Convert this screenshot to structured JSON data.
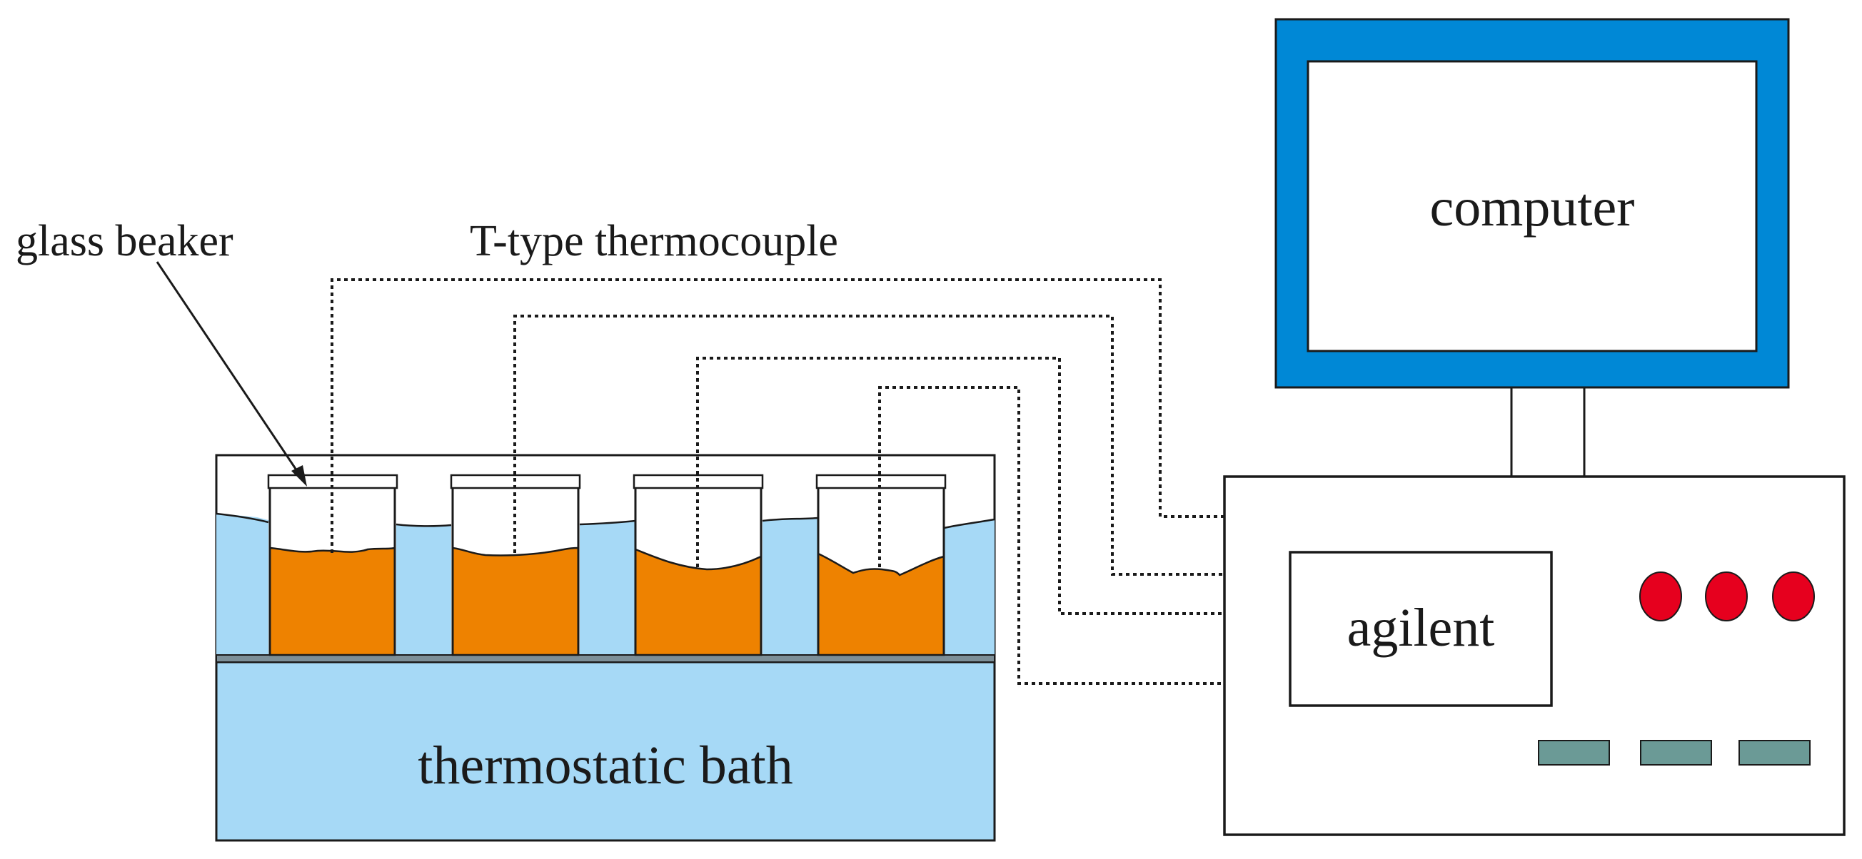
{
  "labels": {
    "glass_beaker": "glass beaker",
    "thermocouple": "T-type thermocouple",
    "computer": "computer",
    "agilent": "agilent",
    "bath": "thermostatic bath"
  },
  "colors": {
    "water": "#a6d9f6",
    "sample": "#ee8200",
    "monitor_frame": "#0088d6",
    "indicator": "#e6001e",
    "panel_button": "#6b9a96",
    "outline": "#1a1a1a"
  },
  "icons": {
    "indicators": [
      "indicator-light",
      "indicator-light",
      "indicator-light"
    ],
    "panel_buttons": [
      "panel-button",
      "panel-button",
      "panel-button"
    ]
  },
  "beakers": [
    {
      "id": 1,
      "contents": "sample"
    },
    {
      "id": 2,
      "contents": "sample"
    },
    {
      "id": 3,
      "contents": "sample"
    },
    {
      "id": 4,
      "contents": "sample"
    }
  ]
}
